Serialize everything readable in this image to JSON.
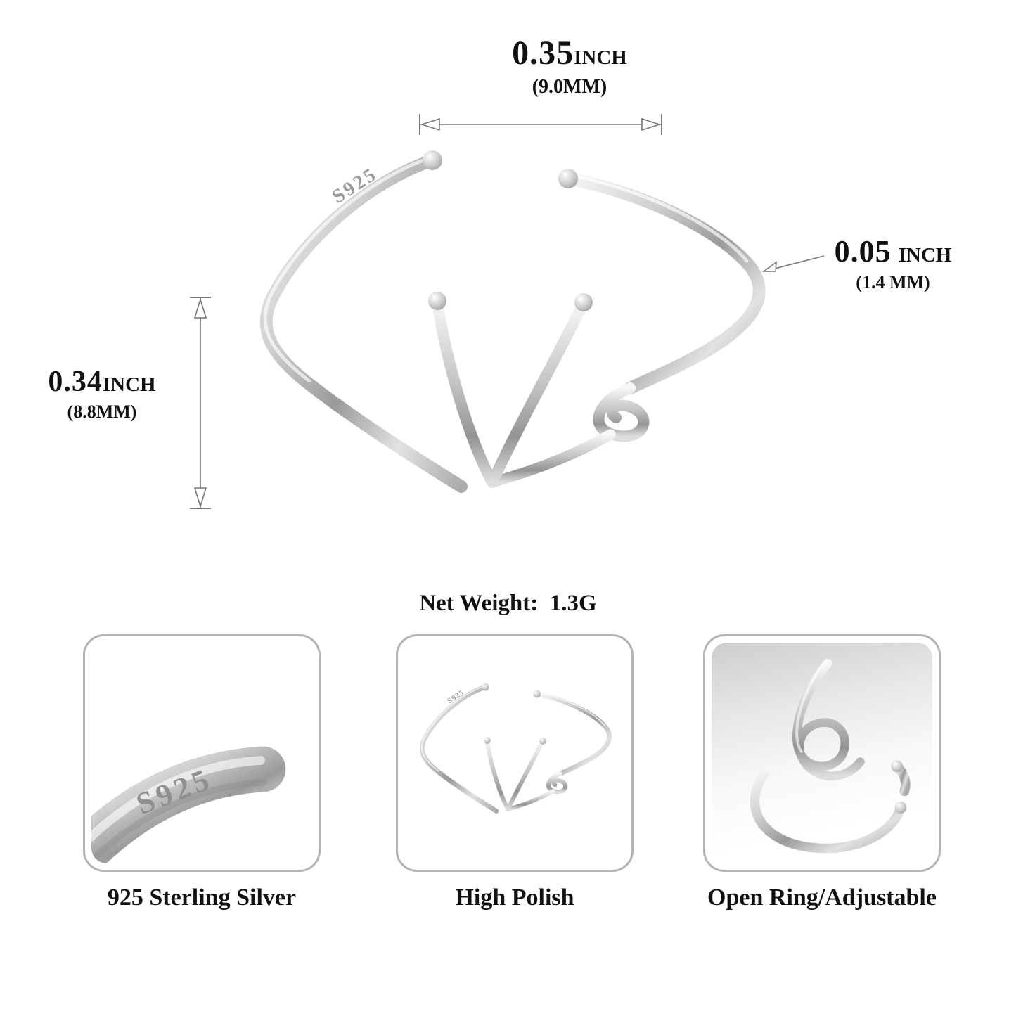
{
  "dimensions": {
    "width": {
      "value": "0.35",
      "unit": "INCH",
      "metric": "(9.0MM)"
    },
    "height": {
      "value": "0.34",
      "unit": "INCH",
      "metric": "(8.8MM)"
    },
    "band_thickness": {
      "value": "0.05",
      "unit": "INCH",
      "metric": "(1.4 MM)"
    }
  },
  "net_weight": "Net Weight:  1.3G",
  "engraving": "S925",
  "features": [
    {
      "caption": "925 Sterling Silver"
    },
    {
      "caption": "High Polish"
    },
    {
      "caption": "Open Ring/Adjustable"
    }
  ],
  "colors": {
    "silver_light": "#f5f5f5",
    "silver_mid": "#bdbdbd",
    "silver_dark": "#8f8f8f",
    "annotation_line": "#777777",
    "card_border": "#b3b3b3"
  }
}
